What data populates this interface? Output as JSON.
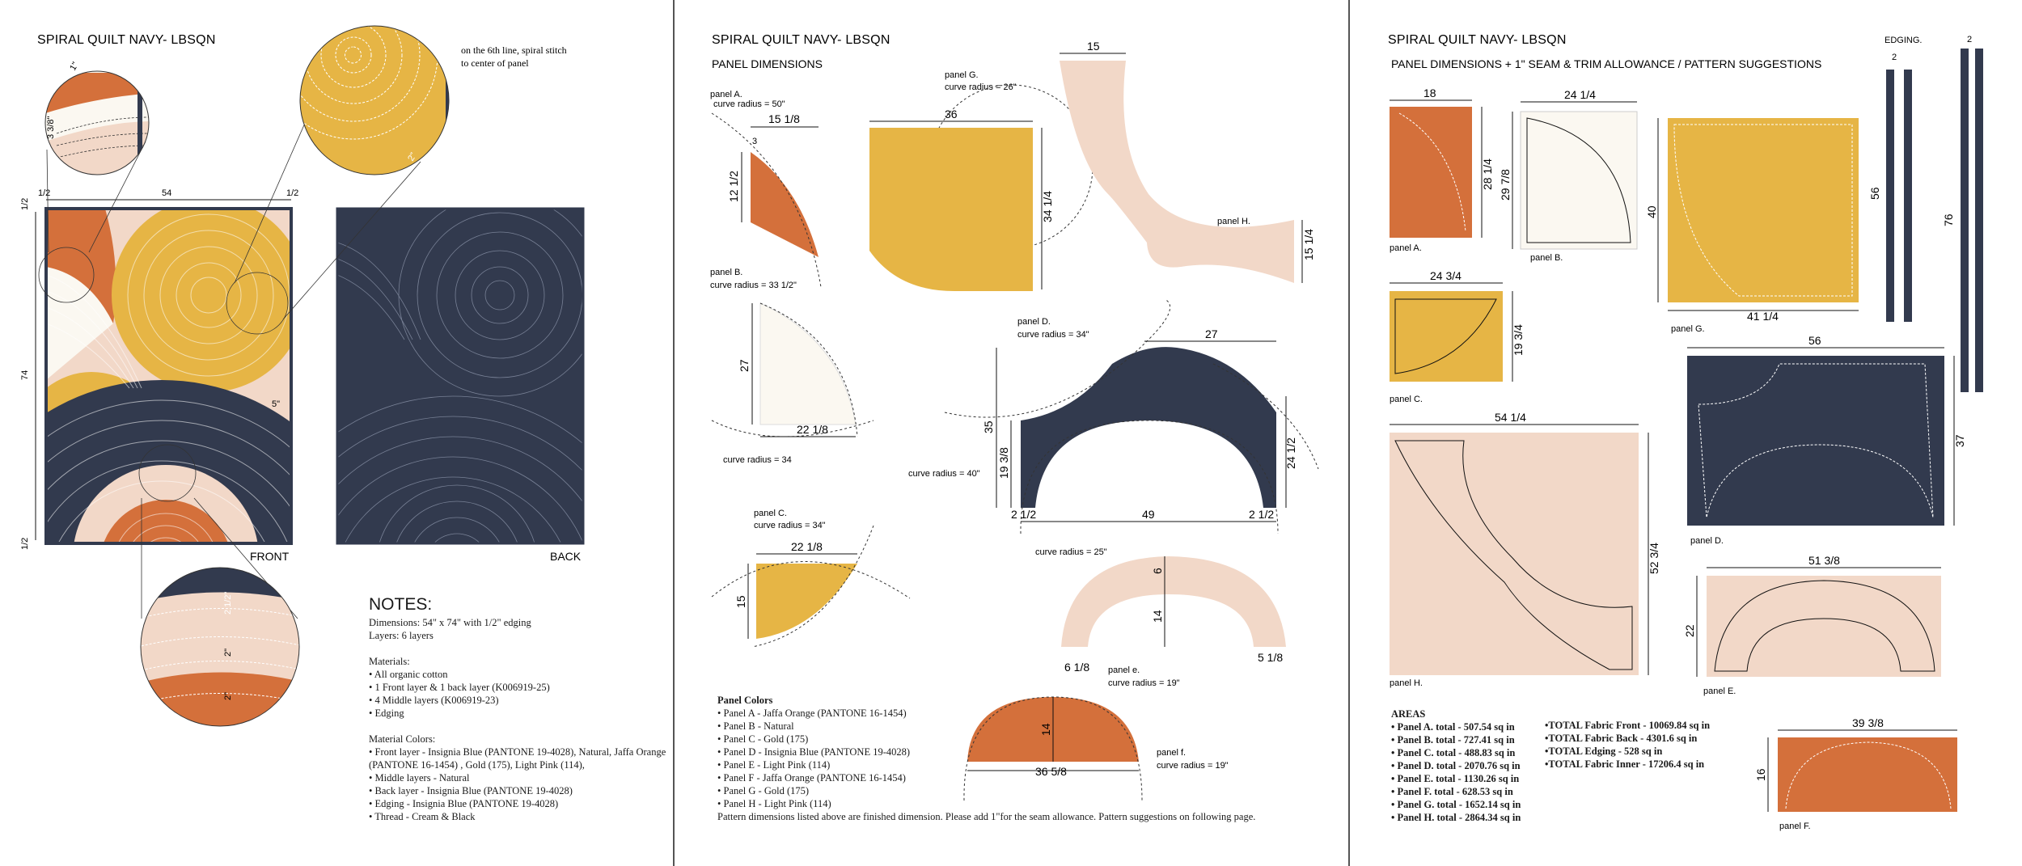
{
  "colors": {
    "orange": "#D4703B",
    "navy": "#323A4E",
    "gold": "#E6B545",
    "pink": "#F2D8C8",
    "natural": "#FBF8F1",
    "divider": "#555555"
  },
  "page1": {
    "title": "SPIRAL QUILT NAVY- LBSQN",
    "spiral_note": [
      "on the 6th line, spiral stitch",
      "to center of panel"
    ],
    "dims": {
      "width": "54",
      "height": "74",
      "edge_half": "1/2",
      "inset_a": "1\"",
      "inset_b": "3 3/8\"",
      "five": "5\"",
      "z1": "2 1/2\"",
      "z2": "2\"",
      "z3": "2\"",
      "gold_dim": "2\""
    },
    "labels": {
      "front": "FRONT",
      "back": "BACK"
    },
    "notes": {
      "title": "NOTES:",
      "lines": [
        "Dimensions: 54\" x 74\" with 1/2\" edging",
        "Layers: 6 layers",
        "",
        "Materials:",
        "• All organic cotton",
        "• 1 Front layer & 1 back layer (K006919-25)",
        "• 4 Middle layers (K006919-23)",
        "• Edging",
        "",
        "Material Colors:",
        "• Front layer - Insignia Blue (PANTONE 19-4028), Natural, Jaffa Orange (PANTONE 16-1454) , Gold (175), Light Pink (114),",
        "• Middle layers - Natural",
        "• Back layer - Insignia Blue (PANTONE 19-4028)",
        "• Edging - Insignia Blue (PANTONE 19-4028)",
        "• Thread - Cream & Black"
      ]
    }
  },
  "page2": {
    "title": "SPIRAL QUILT NAVY- LBSQN",
    "subtitle": "PANEL DIMENSIONS",
    "panelA": {
      "name": "panel A.",
      "radius": "curve radius = 50\"",
      "w": "15 1/8",
      "h": "12 1/2",
      "small": "3"
    },
    "panelB": {
      "name": "panel B.",
      "radius": "curve radius = 33 1/2\"",
      "h": "27",
      "w": "22 1/8",
      "radius2": "curve radius = 34"
    },
    "panelC": {
      "name": "panel C.",
      "radius": "curve radius = 34\"",
      "w": "22 1/8",
      "h": "15"
    },
    "panelG": {
      "name": "panel G.",
      "radius": "curve radius = 26\"",
      "w": "36",
      "h": "34 1/4"
    },
    "panelH": {
      "name": "panel H.",
      "top": "15",
      "side": "15 1/4"
    },
    "panelD": {
      "name": "panel D.",
      "radius": "curve radius = 34\"",
      "w": "27",
      "h": "35",
      "h2": "19 3/8",
      "h3": "24 1/2",
      "bottom": "49",
      "left": "2 1/2",
      "right": "2 1/2",
      "radius2": "curve radius = 40\"",
      "radius3": "curve radius = 25\""
    },
    "panelE": {
      "name": "panel e.",
      "radius": "curve radius = 19\"",
      "top": "6",
      "mid": "14",
      "left": "6 1/8",
      "right": "5 1/8"
    },
    "panelF": {
      "name": "panel f.",
      "radius": "curve radius = 19\"",
      "h": "14",
      "w": "36 5/8"
    },
    "colors_title": "Panel Colors",
    "colors_lines": [
      "• Panel A - Jaffa Orange (PANTONE 16-1454)",
      "• Panel B - Natural",
      "• Panel C - Gold (175)",
      "• Panel D - Insignia Blue (PANTONE 19-4028)",
      "• Panel E - Light Pink (114)",
      "• Panel F - Jaffa Orange (PANTONE 16-1454)",
      "• Panel G - Gold (175)",
      "• Panel H - Light Pink (114)"
    ],
    "footer": "Pattern dimensions listed above are finished dimension. Please add 1\"for the seam allowance. Pattern suggestions on following page."
  },
  "page3": {
    "title": "SPIRAL QUILT NAVY- LBSQN",
    "subtitle": "PANEL DIMENSIONS + 1\" SEAM & TRIM ALLOWANCE / PATTERN SUGGESTIONS",
    "edging": "EDGING.",
    "edging_dims": {
      "a": "2",
      "b": "2",
      "h1": "56",
      "h2": "76"
    },
    "A": {
      "name": "panel A.",
      "w": "18",
      "h": "28 1/4"
    },
    "B": {
      "name": "panel B.",
      "w": "24 1/4",
      "h": "29 7/8"
    },
    "G": {
      "name": "panel G.",
      "w": "41 1/4",
      "h": "40"
    },
    "C": {
      "name": "panel C.",
      "w": "24 3/4",
      "h": "19 3/4"
    },
    "D": {
      "name": "panel D.",
      "w": "56",
      "h": "37"
    },
    "H": {
      "name": "panel H.",
      "w": "54 1/4",
      "h": "52 3/4"
    },
    "E": {
      "name": "panel E.",
      "w": "51 3/8",
      "h": "22"
    },
    "F": {
      "name": "panel F.",
      "w": "39 3/8",
      "h": "16"
    },
    "areas_title": "AREAS",
    "areas": [
      "• Panel A. total - 507.54 sq in",
      "• Panel B. total - 727.41 sq in",
      "• Panel C. total - 488.83 sq in",
      "• Panel D. total - 2070.76 sq in",
      "• Panel E. total - 1130.26 sq in",
      "• Panel F. total - 628.53 sq in",
      "• Panel G. total - 1652.14 sq in",
      "• Panel H. total - 2864.34 sq in"
    ],
    "totals": [
      "•TOTAL Fabric Front - 10069.84 sq in",
      "•TOTAL Fabric Back - 4301.6 sq in",
      "•TOTAL Edging - 528 sq in",
      "•TOTAL Fabric Inner - 17206.4 sq in"
    ]
  }
}
